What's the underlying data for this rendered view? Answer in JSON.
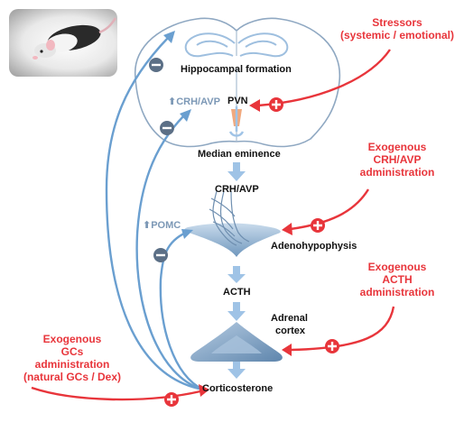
{
  "structures": {
    "hippocampus": "Hippocampal formation",
    "pvn": "PVN",
    "median_eminence": "Median eminence",
    "crh_avp": "CRH/AVP",
    "adenohypophysis": "Adenohypophysis",
    "acth": "ACTH",
    "adrenal_line1": "Adrenal",
    "adrenal_line2": "cortex",
    "corticosterone": "Corticosterone"
  },
  "modulation_labels": {
    "crh_avp_up": "⬆CRH/AVP",
    "pomc_up": "⬆POMC"
  },
  "interventions": {
    "stressors": {
      "line1": "Stressors",
      "line2": "(systemic / emotional)"
    },
    "exo_crh": {
      "line1": "Exogenous",
      "line2": "CRH/AVP",
      "line3": "administration"
    },
    "exo_acth": {
      "line1": "Exogenous",
      "line2": "ACTH",
      "line3": "administration"
    },
    "exo_gc": {
      "line1": "Exogenous",
      "line2": "GCs",
      "line3": "administration",
      "line4": "(natural GCs / Dex)"
    }
  },
  "signs": {
    "plus": "+",
    "minus": "−"
  },
  "colors": {
    "red": "#e8353b",
    "blue": "#6a9fd0",
    "light_blue": "#9fc3e6",
    "steel": "#7f9ab4",
    "organ": "#8fb0cd",
    "pvn_orange": "#f0a070",
    "dark_text": "#111111"
  },
  "icons": {
    "photo": "rat-photo",
    "plus": "plus-circle-icon",
    "minus": "minus-circle-icon"
  }
}
